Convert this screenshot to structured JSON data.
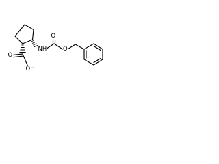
{
  "molecule": {
    "atom_labels": {
      "nh": "NH",
      "ester_oxygen": "O",
      "carbonyl_oxygen": "O",
      "acid_hydroxyl": "OH",
      "acid_oxygen": "O"
    }
  }
}
